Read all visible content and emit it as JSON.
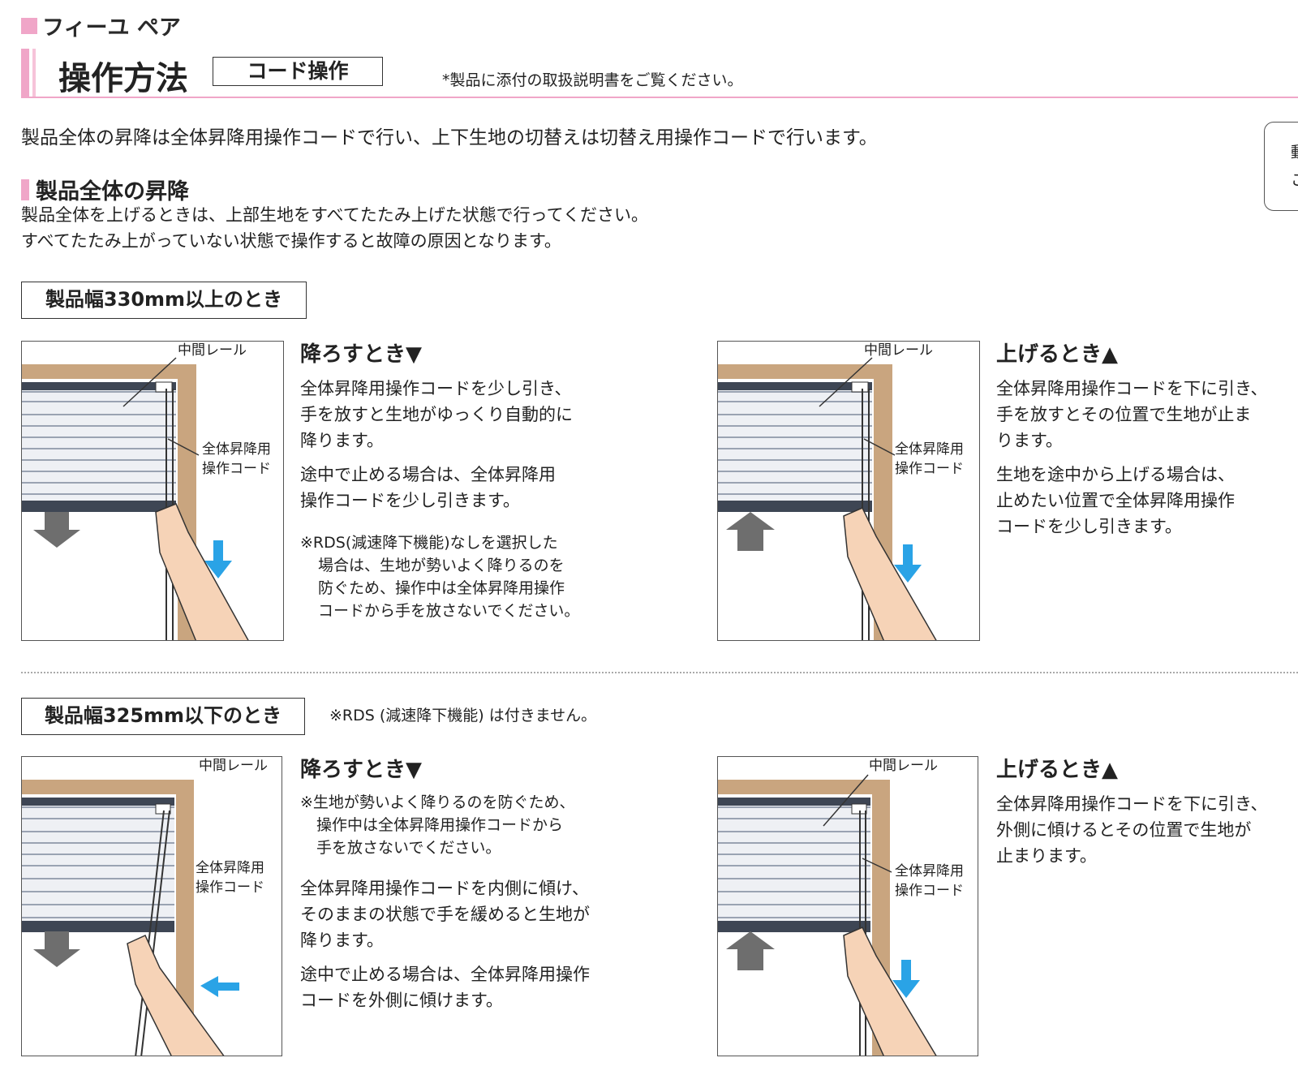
{
  "brand": "フィーユ ペア",
  "header": {
    "title": "操作方法",
    "tag": "コード操作",
    "note": "*製品に添付の取扱説明書をご覧ください。"
  },
  "lead": "製品全体の昇降は全体昇降用操作コードで行い、上下生地の切替えは切替え用操作コードで行います。",
  "side_card": {
    "line1": "動",
    "line2": "こ"
  },
  "section": {
    "heading": "製品全体の昇降",
    "p1": "製品全体を上げるときは、上部生地をすべてたたみ上げた状態で行ってください。",
    "p2": "すべてたたみ上がっていない状態で操作すると故障の原因となります。"
  },
  "figure_labels": {
    "rail": "中間レール",
    "cord1": "全体昇降用",
    "cord2": "操作コード"
  },
  "wide": {
    "box": "製品幅330mm以上のとき",
    "lower": {
      "title": "降ろすとき▼",
      "l1": "全体昇降用操作コードを少し引き、",
      "l2": "手を放すと生地がゆっくり自動的に",
      "l3": "降ります。",
      "l4": "途中で止める場合は、全体昇降用",
      "l5": "操作コードを少し引きます。",
      "n1": "※RDS(減速降下機能)なしを選択した",
      "n2": "場合は、生地が勢いよく降りるのを",
      "n3": "防ぐため、操作中は全体昇降用操作",
      "n4": "コードから手を放さないでください。"
    },
    "raise": {
      "title": "上げるとき▲",
      "l1": "全体昇降用操作コードを下に引き、",
      "l2": "手を放すとその位置で生地が止ま",
      "l3": "ります。",
      "l4": "生地を途中から上げる場合は、",
      "l5": "止めたい位置で全体昇降用操作",
      "l6": "コードを少し引きます。"
    }
  },
  "narrow": {
    "box": "製品幅325mm以下のとき",
    "note": "※RDS (減速降下機能) は付きません。",
    "lower": {
      "title": "降ろすとき▼",
      "n1": "※生地が勢いよく降りるのを防ぐため、",
      "n2": "操作中は全体昇降用操作コードから",
      "n3": "手を放さないでください。",
      "l1": "全体昇降用操作コードを内側に傾け、",
      "l2": "そのままの状態で手を緩めると生地が",
      "l3": "降ります。",
      "l4": "途中で止める場合は、全体昇降用操作",
      "l5": "コードを外側に傾けます。"
    },
    "raise": {
      "title": "上げるとき▲",
      "l1": "全体昇降用操作コードを下に引き、",
      "l2": "外側に傾けるとその位置で生地が",
      "l3": "止まります。"
    }
  },
  "colors": {
    "accent_pink": "#f0a6c8",
    "frame_tan": "#c9a57f",
    "arrow_gray": "#6e6e6e",
    "arrow_blue": "#2aa3e6",
    "skin": "#f6d3b7"
  }
}
